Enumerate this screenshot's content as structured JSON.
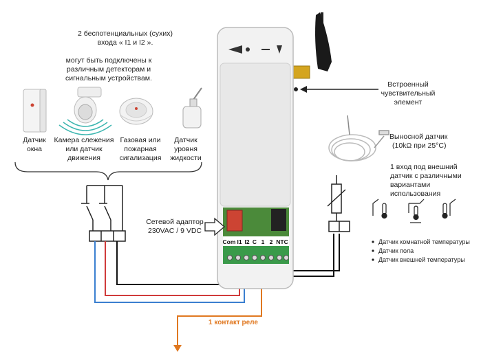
{
  "inputs_note": {
    "line1": "2 беспотенциальных (сухих)",
    "line2": "входа « I1 и I2 ».",
    "line3": "могут быть подключены к",
    "line4": "различным детекторам и",
    "line5": "сигнальным устройствам."
  },
  "devices": [
    {
      "line1": "Датчик",
      "line2": "окна",
      "line3": "",
      "icon": "window-sensor-icon"
    },
    {
      "line1": "Камера слежения",
      "line2": "или датчик",
      "line3": "движения",
      "icon": "motion-camera-icon"
    },
    {
      "line1": "Газовая или",
      "line2": "пожарная",
      "line3": "сигализация",
      "icon": "smoke-detector-icon"
    },
    {
      "line1": "Датчик",
      "line2": "уровня",
      "line3": "жидкости",
      "icon": "liquid-level-sensor-icon"
    }
  ],
  "builtin_sensor": {
    "line1": "Встроенный",
    "line2": "чувствительный",
    "line3": "элемент"
  },
  "remote_sensor": {
    "line1": "Выносной датчик",
    "line2": "(10kΩ при 25°C)"
  },
  "external_input": {
    "line1": "1 вход под внешний",
    "line2": "датчик с различными",
    "line3": "вариантами",
    "line4": "использования"
  },
  "sensor_uses": [
    "Датчик комнатной температуры",
    "Датчик пола",
    "Датчик внешней температуры"
  ],
  "power_adapter": {
    "line1": "Сетевой адаптор",
    "line2": "230VAC / 9 VDC"
  },
  "terminals": [
    "Com",
    "I1",
    "I2",
    "C",
    "1",
    "2",
    "NTC"
  ],
  "relay_label": "1 контакт реле",
  "colors": {
    "red_wire": "#d03a3a",
    "blue_wire": "#3a7fd0",
    "black_wire": "#111111",
    "relay_wire": "#e07820",
    "terminal_block": "#3a9a4a",
    "antenna_base": "#d4a520"
  }
}
